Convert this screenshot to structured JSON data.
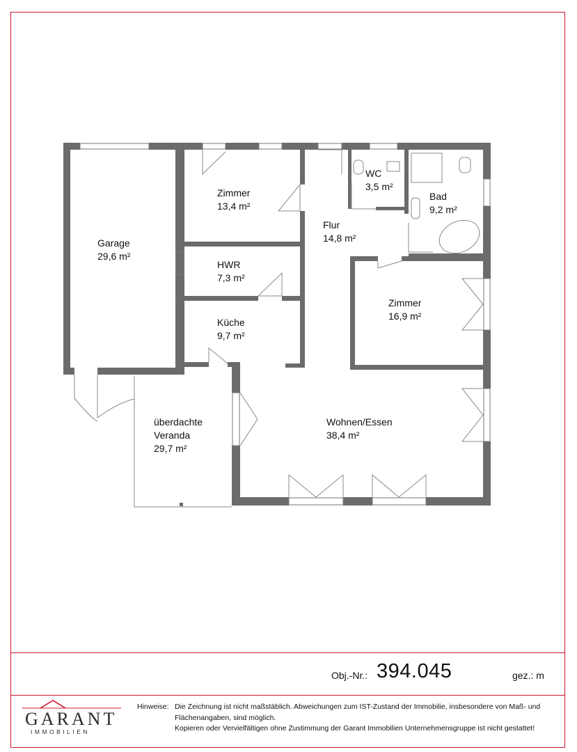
{
  "rooms": [
    {
      "id": "garage",
      "name": "Garage",
      "area": "29,6 m²"
    },
    {
      "id": "zimmer1",
      "name": "Zimmer",
      "area": "13,4 m²"
    },
    {
      "id": "flur",
      "name": "Flur",
      "area": "14,8 m²"
    },
    {
      "id": "wc",
      "name": "WC",
      "area": "3,5 m²"
    },
    {
      "id": "bad",
      "name": "Bad",
      "area": "9,2 m²"
    },
    {
      "id": "hwr",
      "name": "HWR",
      "area": "7,3 m²"
    },
    {
      "id": "kueche",
      "name": "Küche",
      "area": "9,7 m²"
    },
    {
      "id": "zimmer2",
      "name": "Zimmer",
      "area": "16,9 m²"
    },
    {
      "id": "veranda",
      "name": "überdachte",
      "name2": "Veranda",
      "area": "29,7 m²"
    },
    {
      "id": "wohnen",
      "name": "Wohnen/Essen",
      "area": "38,4 m²"
    }
  ],
  "footer": {
    "obj_label": "Obj.-Nr.:",
    "obj_number": "394.045",
    "drawn_label": "gez.: m",
    "notes_label": "Hinweise:",
    "notes_line1": "Die Zeichnung ist nicht maßstäblich. Abweichungen zum IST-Zustand der Immobilie, insbesondere von Maß- und",
    "notes_line2": "Flächenangaben, sind möglich.",
    "notes_line3": "Kopieren oder Vervielfältigen ohne Zustimmung der Garant Immobilien Unternehmensgruppe ist nicht gestattet!"
  },
  "logo": {
    "name": "GARANT",
    "sub": "IMMOBILIEN",
    "accent_color": "#c9162b"
  },
  "colors": {
    "wall": "#6b6b6b",
    "frame": "#c9162b"
  }
}
